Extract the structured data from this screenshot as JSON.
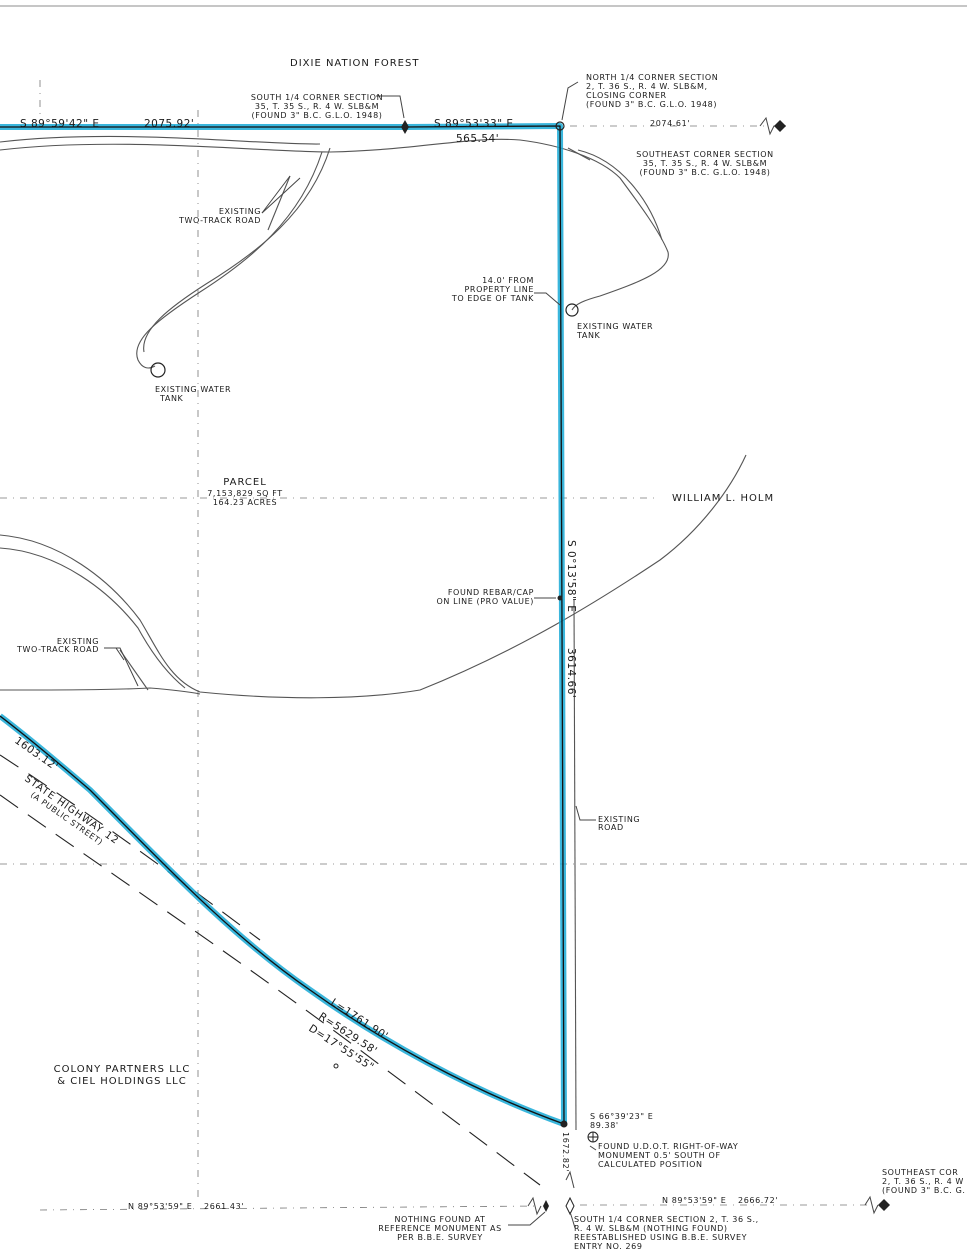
{
  "labels": {
    "forest": "DIXIE NATION FOREST",
    "south_quarter_corner_35": [
      "SOUTH 1/4 CORNER SECTION",
      "35, T. 35 S., R. 4 W. SLB&M",
      "(FOUND 3\" B.C. G.L.O. 1948)"
    ],
    "north_quarter_corner_2": [
      "NORTH 1/4 CORNER SECTION",
      "2, T. 36 S., R. 4 W. SLB&M,",
      "CLOSING CORNER",
      "(FOUND 3\" B.C. G.L.O. 1948)"
    ],
    "southeast_corner_35": [
      "SOUTHEAST CORNER SECTION",
      "35, T. 35 S., R. 4 W. SLB&M",
      "(FOUND 3\" B.C. G.L.O. 1948)"
    ],
    "two_track_upper": [
      "EXISTING",
      "TWO-TRACK ROAD"
    ],
    "water_tank_left": [
      "EXISTING WATER",
      "TANK"
    ],
    "tank_offset": [
      "14.0' FROM",
      "PROPERTY LINE",
      "TO EDGE OF TANK"
    ],
    "water_tank_right": [
      "EXISTING WATER",
      "TANK"
    ],
    "parcel": [
      "PARCEL",
      "7,153,829 SQ FT",
      "164.23 ACRES"
    ],
    "william_holm": "WILLIAM L. HOLM",
    "found_rebar": [
      "FOUND REBAR/CAP",
      "ON LINE (PRO VALUE)"
    ],
    "two_track_lower": [
      "EXISTING",
      "TWO-TRACK ROAD"
    ],
    "existing_road": [
      "EXISTING",
      "ROAD"
    ],
    "highway": [
      "STATE HIGHWAY 12",
      "(A PUBLIC STREET)"
    ],
    "colony": [
      "COLONY PARTNERS LLC",
      "& CIEL HOLDINGS LLC"
    ],
    "udot": [
      "FOUND U.D.O.T. RIGHT-OF-WAY",
      "MONUMENT 0.5' SOUTH OF",
      "CALCULATED POSITION"
    ],
    "nothing_found": [
      "NOTHING FOUND AT",
      "REFERENCE MONUMENT AS",
      "PER B.B.E. SURVEY"
    ],
    "south_quarter_corner_2": [
      "SOUTH 1/4 CORNER SECTION 2, T. 36 S.,",
      "R. 4 W. SLB&M (NOTHING FOUND)",
      "REESTABLISHED USING B.B.E. SURVEY",
      "ENTRY NO. 269"
    ],
    "southeast_corner_cut": [
      "SOUTHEAST COR",
      "2, T. 36 S., R. 4 W",
      "(FOUND 3\" B.C. G."
    ]
  },
  "bearings": {
    "north_west_bearing": "S 89°59'42\" E",
    "north_west_distance": "2075.92'",
    "north_east_bearing": "S 89°53'33\" E",
    "north_east_distance": "565.54'",
    "section_line_distance": "2074.61'",
    "east_bearing": "S 0°13'58\" E",
    "east_distance": "3614.66'",
    "highway_line": "1603.12'",
    "curve_length": "L=1761.90'",
    "curve_radius": "R=5629.58'",
    "curve_delta": "D=17°55'55\"",
    "tie_bearing": "S 66°39'23\" E",
    "tie_distance": "89.38'",
    "south_offset": "1672.82'",
    "south_left_bearing": "N 89°53'59\" E",
    "south_left_distance": "2661.43'",
    "south_right_bearing": "N 89°53'59\" E",
    "south_right_distance": "2666.72'"
  },
  "colors": {
    "boundary_highlight": "#17a9d6",
    "linework": "#111111"
  }
}
